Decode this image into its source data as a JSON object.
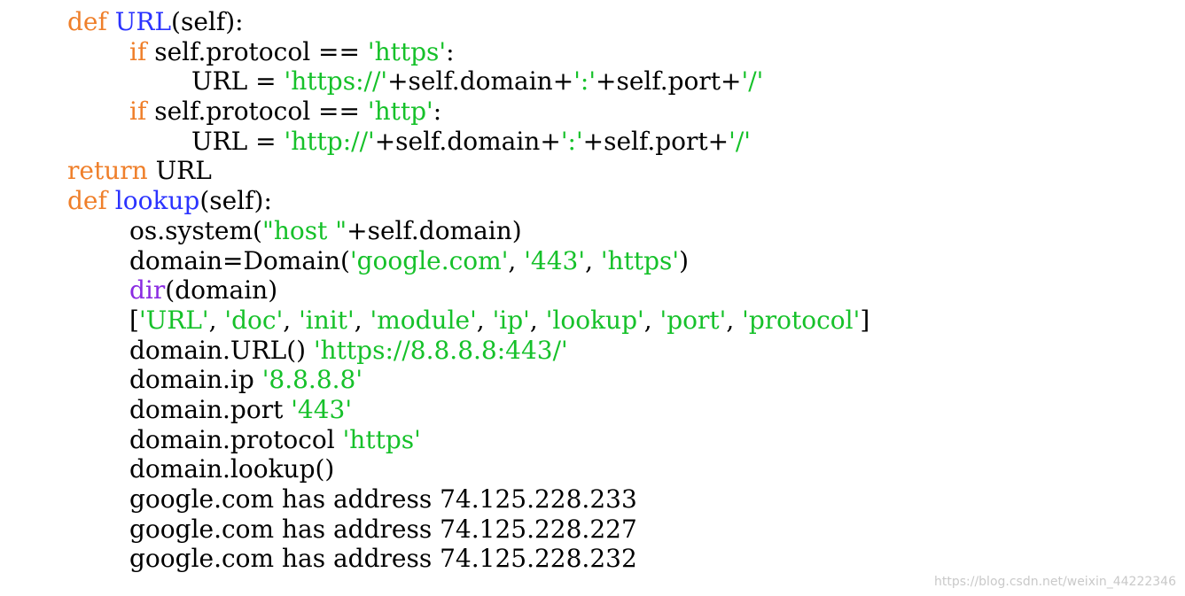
{
  "colors": {
    "keyword": "#ef7f2a",
    "function_name": "#2b33ff",
    "string": "#16c12a",
    "builtin": "#8a2be2",
    "text": "#000000",
    "watermark": "#c9c9c9"
  },
  "code": {
    "lines": [
      {
        "indent": 1,
        "segments": [
          {
            "type": "keyword",
            "text": "def "
          },
          {
            "type": "func",
            "text": "URL"
          },
          {
            "type": "plain",
            "text": "(self):"
          }
        ]
      },
      {
        "indent": 2,
        "segments": [
          {
            "type": "keyword",
            "text": "if "
          },
          {
            "type": "plain",
            "text": "self.protocol == "
          },
          {
            "type": "string",
            "text": "'https'"
          },
          {
            "type": "plain",
            "text": ":"
          }
        ]
      },
      {
        "indent": 3,
        "segments": [
          {
            "type": "plain",
            "text": "URL = "
          },
          {
            "type": "string",
            "text": "'https://'"
          },
          {
            "type": "plain",
            "text": "+self.domain+"
          },
          {
            "type": "string",
            "text": "':'"
          },
          {
            "type": "plain",
            "text": "+self.port+"
          },
          {
            "type": "string",
            "text": "'/'"
          }
        ]
      },
      {
        "indent": 2,
        "segments": [
          {
            "type": "keyword",
            "text": "if "
          },
          {
            "type": "plain",
            "text": "self.protocol == "
          },
          {
            "type": "string",
            "text": "'http'"
          },
          {
            "type": "plain",
            "text": ":"
          }
        ]
      },
      {
        "indent": 3,
        "segments": [
          {
            "type": "plain",
            "text": "URL = "
          },
          {
            "type": "string",
            "text": "'http://'"
          },
          {
            "type": "plain",
            "text": "+self.domain+"
          },
          {
            "type": "string",
            "text": "':'"
          },
          {
            "type": "plain",
            "text": "+self.port+"
          },
          {
            "type": "string",
            "text": "'/'"
          }
        ]
      },
      {
        "indent": 1,
        "segments": [
          {
            "type": "keyword",
            "text": "return "
          },
          {
            "type": "plain",
            "text": "URL"
          }
        ]
      },
      {
        "indent": 1,
        "segments": [
          {
            "type": "keyword",
            "text": "def "
          },
          {
            "type": "func",
            "text": "lookup"
          },
          {
            "type": "plain",
            "text": "(self):"
          }
        ]
      },
      {
        "indent": 2,
        "segments": [
          {
            "type": "plain",
            "text": "os.system("
          },
          {
            "type": "string",
            "text": "\"host \""
          },
          {
            "type": "plain",
            "text": "+self.domain)"
          }
        ]
      },
      {
        "indent": 2,
        "segments": [
          {
            "type": "plain",
            "text": "domain=Domain("
          },
          {
            "type": "string",
            "text": "'google.com'"
          },
          {
            "type": "plain",
            "text": ", "
          },
          {
            "type": "string",
            "text": "'443'"
          },
          {
            "type": "plain",
            "text": ", "
          },
          {
            "type": "string",
            "text": "'https'"
          },
          {
            "type": "plain",
            "text": ")"
          }
        ]
      },
      {
        "indent": 2,
        "segments": [
          {
            "type": "builtin",
            "text": "dir"
          },
          {
            "type": "plain",
            "text": "(domain)"
          }
        ]
      },
      {
        "indent": 2,
        "segments": [
          {
            "type": "plain",
            "text": "["
          },
          {
            "type": "string",
            "text": "'URL'"
          },
          {
            "type": "plain",
            "text": ", "
          },
          {
            "type": "string",
            "text": "'doc'"
          },
          {
            "type": "plain",
            "text": ", "
          },
          {
            "type": "string",
            "text": "'init'"
          },
          {
            "type": "plain",
            "text": ", "
          },
          {
            "type": "string",
            "text": "'module'"
          },
          {
            "type": "plain",
            "text": ", "
          },
          {
            "type": "string",
            "text": "'ip'"
          },
          {
            "type": "plain",
            "text": ", "
          },
          {
            "type": "string",
            "text": "'lookup'"
          },
          {
            "type": "plain",
            "text": ", "
          },
          {
            "type": "string",
            "text": "'port'"
          },
          {
            "type": "plain",
            "text": ", "
          },
          {
            "type": "string",
            "text": "'protocol'"
          },
          {
            "type": "plain",
            "text": "]"
          }
        ]
      },
      {
        "indent": 2,
        "segments": [
          {
            "type": "plain",
            "text": "domain.URL() "
          },
          {
            "type": "string",
            "text": "'https://8.8.8.8:443/'"
          }
        ]
      },
      {
        "indent": 2,
        "segments": [
          {
            "type": "plain",
            "text": "domain.ip "
          },
          {
            "type": "string",
            "text": "'8.8.8.8'"
          }
        ]
      },
      {
        "indent": 2,
        "segments": [
          {
            "type": "plain",
            "text": "domain.port "
          },
          {
            "type": "string",
            "text": "'443'"
          }
        ]
      },
      {
        "indent": 2,
        "segments": [
          {
            "type": "plain",
            "text": "domain.protocol "
          },
          {
            "type": "string",
            "text": "'https'"
          }
        ]
      },
      {
        "indent": 2,
        "segments": [
          {
            "type": "plain",
            "text": "domain.lookup()"
          }
        ]
      },
      {
        "indent": 2,
        "segments": [
          {
            "type": "plain",
            "text": "google.com has address 74.125.228.233"
          }
        ]
      },
      {
        "indent": 2,
        "segments": [
          {
            "type": "plain",
            "text": "google.com has address 74.125.228.227"
          }
        ]
      },
      {
        "indent": 2,
        "segments": [
          {
            "type": "plain",
            "text": "google.com has address 74.125.228.232"
          }
        ]
      }
    ]
  },
  "watermark": {
    "text": "https://blog.csdn.net/weixin_44222346"
  }
}
